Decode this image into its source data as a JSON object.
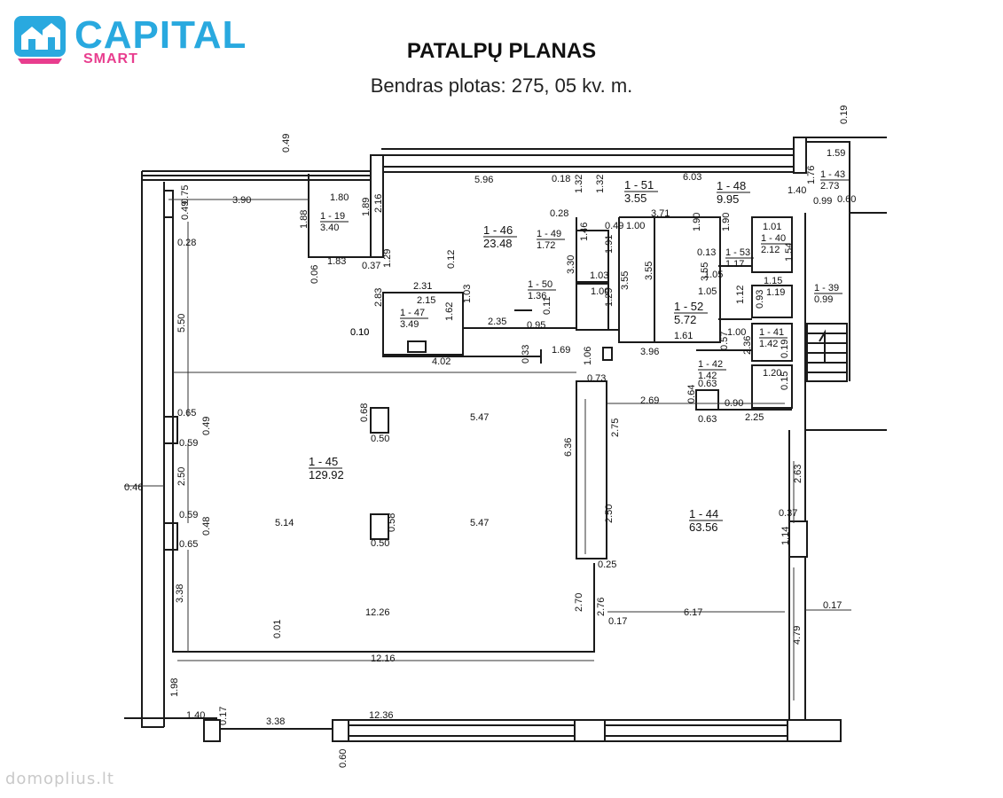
{
  "brand": {
    "name": "CAPITAL",
    "tagline": "SMART",
    "primary_color": "#29a9df",
    "accent_color": "#e83d8e"
  },
  "title": "PATALPŲ PLANAS",
  "subtitle": "Bendras plotas: 275, 05 kv. m.",
  "watermark": "domoplius.lt",
  "rooms": [
    {
      "id": "1 - 45",
      "area": "129.92"
    },
    {
      "id": "1 - 44",
      "area": "63.56"
    },
    {
      "id": "1 - 46",
      "area": "23.48"
    },
    {
      "id": "1 - 19",
      "area": "3.40"
    },
    {
      "id": "1 - 47",
      "area": "3.49"
    },
    {
      "id": "1 - 49",
      "area": "1.72"
    },
    {
      "id": "1 - 50",
      "area": "1.36"
    },
    {
      "id": "1 - 51",
      "area": "3.55"
    },
    {
      "id": "1 - 52",
      "area": "5.72"
    },
    {
      "id": "1 - 48",
      "area": "9.95"
    },
    {
      "id": "1 - 53",
      "area": "1.17"
    },
    {
      "id": "1 - 40",
      "area": "2.12"
    },
    {
      "id": "1 - 43",
      "area": "2.73"
    },
    {
      "id": "1 - 39",
      "area": "0.99"
    },
    {
      "id": "1 - 41",
      "area": "1.42"
    },
    {
      "id": "1 - 42",
      "area": "1.42"
    }
  ],
  "dimensions": [
    "0.49",
    "3.90",
    "0.75",
    "1.80",
    "1.88",
    "1.89",
    "1.83",
    "0.06",
    "0.37",
    "2.16",
    "1.29",
    "5.96",
    "0.18",
    "1.32",
    "1.32",
    "0.28",
    "6.03",
    "1.40",
    "1.76",
    "0.19",
    "1.59",
    "0.99",
    "0.60",
    "0.49",
    "0.28",
    "5.50",
    "0.12",
    "2.31",
    "2.15",
    "2.83",
    "1.62",
    "1.03",
    "0.10",
    "2.35",
    "0.11",
    "0.95",
    "4.02",
    "0.33",
    "1.69",
    "1.06",
    "3.96",
    "0.73",
    "1.46",
    "0.49",
    "1.91",
    "1.03",
    "1.00",
    "1.29",
    "3.30",
    "1.00",
    "3.55",
    "3.55",
    "0.13",
    "3.55",
    "3.71",
    "1.61",
    "1.90",
    "1.90",
    "1.01",
    "1.54",
    "1.05",
    "1.15",
    "1.05",
    "1.12",
    "0.93",
    "1.19",
    "1.00",
    "0.57",
    "2.36",
    "0.19",
    "1.20",
    "0.15",
    "0.63",
    "0.64",
    "0.90",
    "0.63",
    "2.25",
    "2.69",
    "5.47",
    "0.68",
    "0.50",
    "0.65",
    "0.59",
    "0.49",
    "2.50",
    "0.46",
    "0.59",
    "0.48",
    "0.65",
    "5.14",
    "0.58",
    "0.50",
    "5.47",
    "6.36",
    "2.75",
    "2.50",
    "0.25",
    "2.63",
    "0.37",
    "1.14",
    "3.38",
    "12.26",
    "0.01",
    "2.70",
    "2.76",
    "0.17",
    "6.17",
    "0.17",
    "4.79",
    "12.16",
    "1.98",
    "1.40",
    "0.17",
    "3.38",
    "12.36",
    "0.60",
    "0.10"
  ]
}
